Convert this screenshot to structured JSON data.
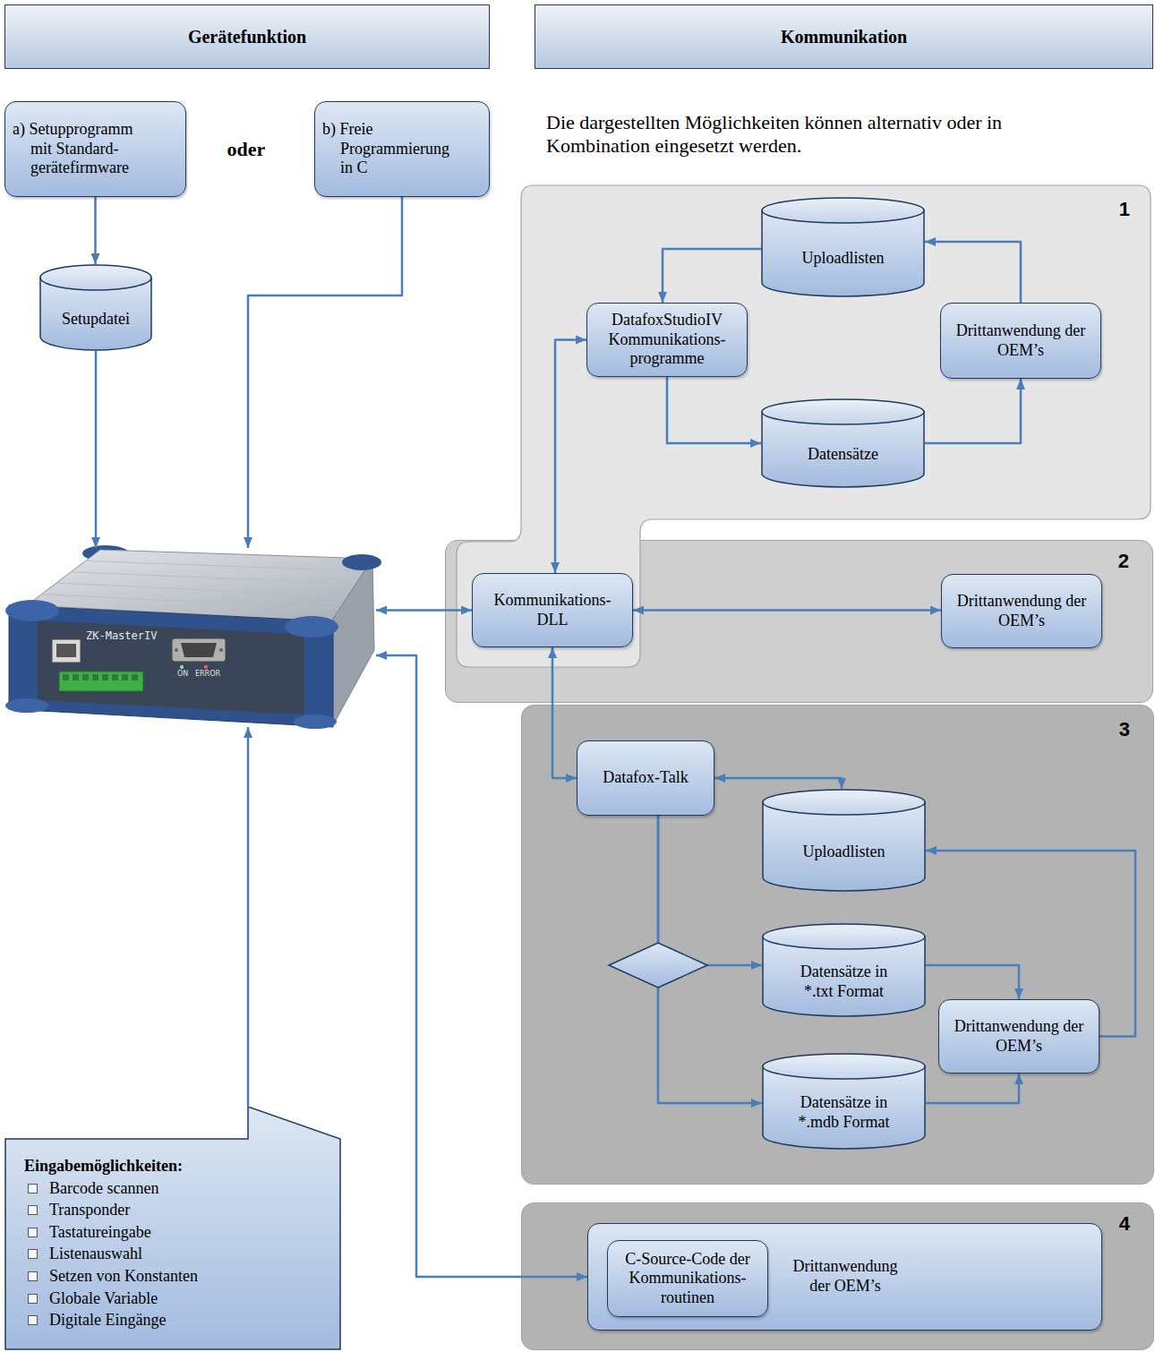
{
  "diagram": {
    "nodes": [
      {
        "text": [
          "Gerätefunktion"
        ]
      },
      {
        "text": [
          "Kommunikation"
        ]
      },
      {
        "text": [
          "a) Setupprogramm mit Standard- gerätefirmware"
        ]
      },
      {
        "text": [
          "b) Freie Programmierung in C"
        ]
      },
      {
        "text": [
          "Setupdatei"
        ]
      },
      {
        "text": [
          "ZK-MasterIV"
        ]
      },
      {
        "text": [
          "1"
        ]
      },
      {
        "text": [
          "Uploadlisten"
        ],
        "in": 6
      },
      {
        "text": [
          "DatafoxStudioIV Kommunikations- programme"
        ],
        "in": 6
      },
      {
        "text": [
          "Drittanwendung der OEM’s"
        ],
        "in": 6
      },
      {
        "text": [
          "Datensätze"
        ],
        "in": 6
      },
      {
        "text": [
          "Kommunikations- DLL"
        ],
        "in": 6
      },
      {
        "text": [
          "2"
        ]
      },
      {
        "text": [
          "Drittanwendung der OEM’s"
        ],
        "in": 12
      },
      {
        "text": [
          "3"
        ]
      },
      {
        "text": [
          "Datafox-Talk"
        ],
        "in": 14
      },
      {
        "text": [
          "Uploadlisten"
        ],
        "in": 14
      },
      {
        "text": [
          "Datensätze in *.txt Format"
        ],
        "in": 14
      },
      {
        "text": [
          "Drittanwendung der OEM’s"
        ],
        "in": 14
      },
      {
        "text": [
          "Datensätze in *.mdb Format"
        ],
        "in": 14
      },
      {
        "text": [
          "4"
        ]
      },
      {
        "text": [
          "Drittanwendung der OEM’s"
        ],
        "in": 20
      },
      {
        "text": [
          "C-Source-Code der Kommunikations- routinen"
        ],
        "in": 21
      },
      {
        "text": [
          "Eingabemöglichkeiten:",
          "Barcode scannen",
          "Transponder",
          "Tastatureingabe",
          "Listenauswahl",
          "Setzen von Konstanten",
          "Globale Variable",
          "Digitale Eingänge"
        ]
      }
    ],
    "edges": [
      {
        "from": 2,
        "to": 4,
        "arrow": "to"
      },
      {
        "from": 4,
        "to": 5,
        "arrow": "to"
      },
      {
        "from": 3,
        "to": 5,
        "arrow": "to"
      },
      {
        "from": 7,
        "to": 8,
        "arrow": "to"
      },
      {
        "from": 8,
        "to": 10,
        "arrow": "to"
      },
      {
        "from": 10,
        "to": 9,
        "arrow": "to"
      },
      {
        "from": 9,
        "to": 7,
        "arrow": "to"
      },
      {
        "from": 8,
        "to": 11,
        "arrow": "both"
      },
      {
        "from": 5,
        "to": 11,
        "arrow": "both"
      },
      {
        "from": 11,
        "to": 13,
        "arrow": "both"
      },
      {
        "from": 11,
        "to": 15,
        "arrow": "both"
      },
      {
        "from": 15,
        "to": 16,
        "arrow": "both"
      },
      {
        "from": 18,
        "to": 16,
        "arrow": "to"
      },
      {
        "from": 15,
        "to": 17,
        "arrow": "to"
      },
      {
        "from": 15,
        "to": 19,
        "arrow": "to"
      },
      {
        "from": 17,
        "to": 18,
        "arrow": "to"
      },
      {
        "from": 19,
        "to": 18,
        "arrow": "to"
      },
      {
        "from": 5,
        "to": 21,
        "arrow": "both"
      },
      {
        "from": 23,
        "to": 5,
        "arrow": "to"
      }
    ],
    "labels": [
      "oder",
      "Die dargestellten Möglichkeiten können alternativ oder in Kombination eingesetzt werden.",
      "ON",
      "ERROR"
    ]
  }
}
